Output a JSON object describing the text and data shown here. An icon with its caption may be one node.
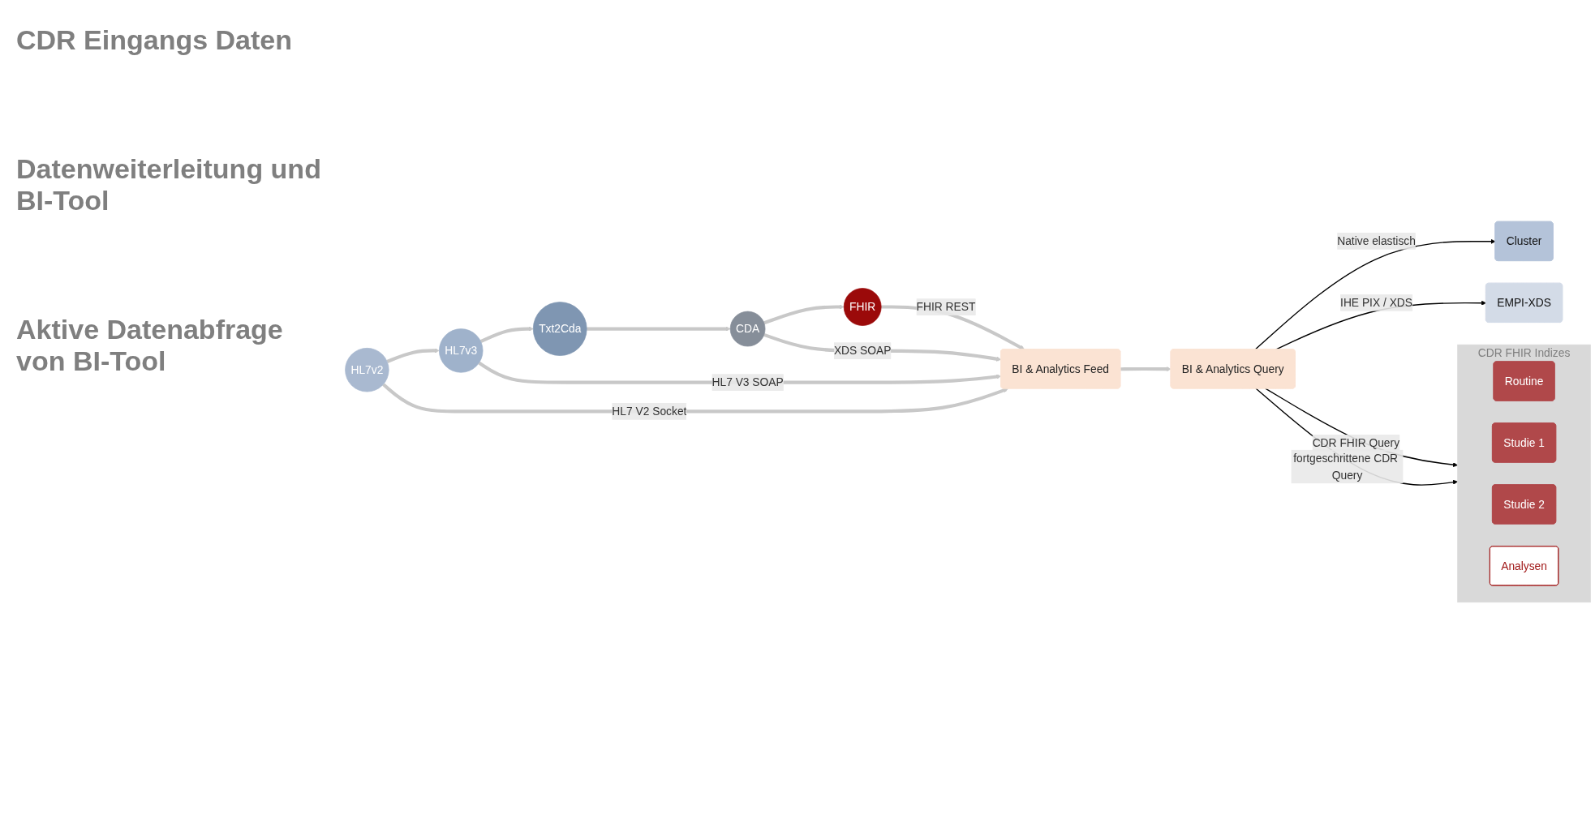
{
  "diagram": {
    "nodes": [
      {
        "text": [
          "HL7v2"
        ]
      },
      {
        "text": [
          "HL7v3"
        ]
      },
      {
        "text": [
          "Txt2Cda"
        ]
      },
      {
        "text": [
          "CDA"
        ]
      },
      {
        "text": [
          "FHIR"
        ]
      },
      {
        "text": [
          "CDR FHIR Indizes"
        ]
      },
      {
        "text": [
          "Routine"
        ],
        "in": 5
      },
      {
        "text": [
          "Studie 1"
        ],
        "in": 5
      },
      {
        "text": [
          "Studie 2"
        ],
        "in": 5
      },
      {
        "text": [
          "Analysen"
        ],
        "in": 5
      },
      {
        "text": [
          "BI & Analytics Feed"
        ]
      },
      {
        "text": [
          "BI & Analytics Query"
        ]
      },
      {
        "text": [
          "Cluster"
        ]
      },
      {
        "text": [
          "EMPI-XDS"
        ]
      }
    ],
    "edges": [
      {
        "from": 0,
        "to": 1,
        "arrow": "to"
      },
      {
        "from": 1,
        "to": 2,
        "arrow": "to"
      },
      {
        "from": 2,
        "to": 3,
        "arrow": "to"
      },
      {
        "from": 3,
        "to": 4,
        "arrow": "to"
      },
      {
        "from": 1,
        "to": 10,
        "label": "HL7 V3 SOAP",
        "arrow": "to"
      },
      {
        "from": 0,
        "to": 10,
        "label": "HL7 V2 Socket",
        "arrow": "to"
      },
      {
        "from": 3,
        "to": 10,
        "label": "XDS SOAP",
        "arrow": "to"
      },
      {
        "from": 4,
        "to": 10,
        "label": "FHIR REST",
        "arrow": "to"
      },
      {
        "from": 10,
        "to": 11,
        "arrow": "to"
      },
      {
        "from": 11,
        "to": 5,
        "label": "CDR FHIR Query",
        "arrow": "to",
        "color": "#000000"
      },
      {
        "from": 11,
        "to": 5,
        "label": "fortgeschrittene CDR Query",
        "arrow": "to",
        "color": "#000000"
      },
      {
        "from": 11,
        "to": 12,
        "label": "Native elastisch",
        "arrow": "to",
        "color": "#000000"
      },
      {
        "from": 11,
        "to": 13,
        "label": "IHE PIX / XDS",
        "arrow": "to",
        "color": "#000000"
      }
    ],
    "labels": [
      "CDR Eingangs Daten",
      "Datenweiterleitung und BI-Tool",
      "Aktive Datenabfrage von BI-Tool"
    ]
  }
}
